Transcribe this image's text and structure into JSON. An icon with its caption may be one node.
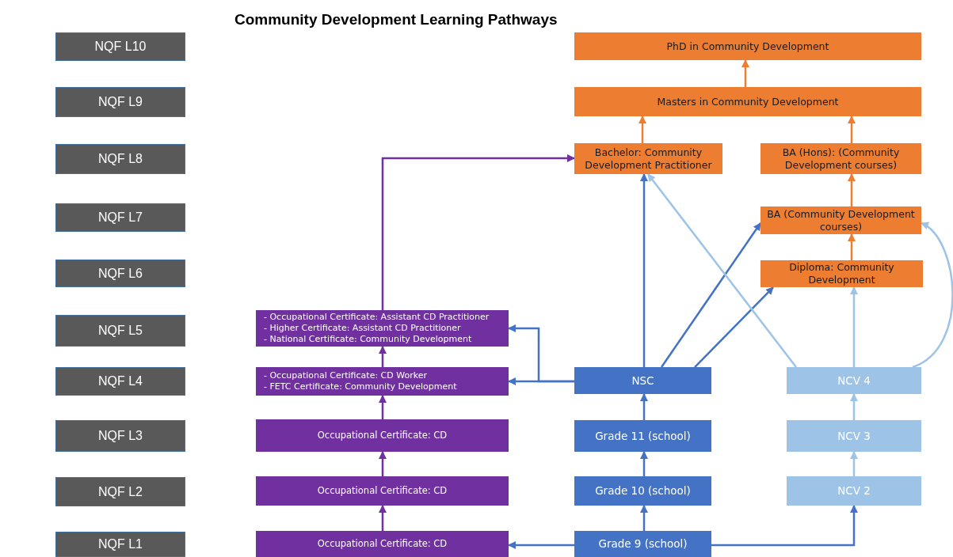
{
  "diagram": {
    "title": "Community Development Learning Pathways",
    "nodes": [
      {
        "text": [
          "NQF L10"
        ]
      },
      {
        "text": [
          "NQF L9"
        ]
      },
      {
        "text": [
          "NQF L8"
        ]
      },
      {
        "text": [
          "NQF L7"
        ]
      },
      {
        "text": [
          "NQF L6"
        ]
      },
      {
        "text": [
          "NQF L5"
        ]
      },
      {
        "text": [
          "NQF L4"
        ]
      },
      {
        "text": [
          "NQF L3"
        ]
      },
      {
        "text": [
          "NQF L2"
        ]
      },
      {
        "text": [
          "NQF L1"
        ]
      },
      {
        "text": [
          "PhD in Community Development"
        ]
      },
      {
        "text": [
          "Masters in Community Development"
        ]
      },
      {
        "text": [
          "Bachelor: Community Development Practitioner"
        ]
      },
      {
        "text": [
          "BA (Hons): (Community Development courses)"
        ]
      },
      {
        "text": [
          "BA (Community Development courses)"
        ]
      },
      {
        "text": [
          "Diploma: Community Development"
        ]
      },
      {
        "text": [
          "- Occupational Certificate: Assistant CD Practitioner",
          "- Higher Certificate: Assistant CD Practitioner",
          "- National Certificate: Community Development"
        ]
      },
      {
        "text": [
          "- Occupational Certificate: CD Worker",
          "- FETC Certificate: Community Development"
        ]
      },
      {
        "text": [
          "Occupational Certificate: CD"
        ]
      },
      {
        "text": [
          "Occupational Certificate: CD"
        ]
      },
      {
        "text": [
          "Occupational Certificate: CD"
        ]
      },
      {
        "text": [
          "NSC"
        ]
      },
      {
        "text": [
          "NCV 4"
        ]
      },
      {
        "text": [
          "Grade 11 (school)"
        ]
      },
      {
        "text": [
          "NCV 3"
        ]
      },
      {
        "text": [
          "Grade 10 (school)"
        ]
      },
      {
        "text": [
          "NCV 2"
        ]
      },
      {
        "text": [
          "Grade 9 (school)"
        ]
      }
    ],
    "edges": [
      {
        "from": 11,
        "to": 10,
        "arrow": "to",
        "color": "#ed7d31"
      },
      {
        "from": 12,
        "to": 11,
        "arrow": "to",
        "color": "#ed7d31"
      },
      {
        "from": 13,
        "to": 11,
        "arrow": "to",
        "color": "#ed7d31"
      },
      {
        "from": 14,
        "to": 13,
        "arrow": "to",
        "color": "#ed7d31"
      },
      {
        "from": 15,
        "to": 14,
        "arrow": "to",
        "color": "#ed7d31"
      },
      {
        "from": 16,
        "to": 12,
        "arrow": "to",
        "color": "#7030a0"
      },
      {
        "from": 17,
        "to": 16,
        "arrow": "to",
        "color": "#7030a0"
      },
      {
        "from": 18,
        "to": 17,
        "arrow": "to",
        "color": "#7030a0"
      },
      {
        "from": 19,
        "to": 18,
        "arrow": "to",
        "color": "#7030a0"
      },
      {
        "from": 20,
        "to": 19,
        "arrow": "to",
        "color": "#7030a0"
      },
      {
        "from": 21,
        "to": 17,
        "arrow": "to"
      },
      {
        "from": 21,
        "to": 16,
        "arrow": "to"
      },
      {
        "from": 27,
        "to": 20,
        "arrow": "to"
      },
      {
        "from": 27,
        "to": 25,
        "arrow": "to"
      },
      {
        "from": 25,
        "to": 23,
        "arrow": "to"
      },
      {
        "from": 23,
        "to": 21,
        "arrow": "to"
      },
      {
        "from": 27,
        "to": 26,
        "arrow": "to"
      },
      {
        "from": 21,
        "to": 12,
        "arrow": "to"
      },
      {
        "from": 21,
        "to": 14,
        "arrow": "to"
      },
      {
        "from": 21,
        "to": 15,
        "arrow": "to"
      },
      {
        "from": 22,
        "to": 12,
        "arrow": "to",
        "color": "#9dc3e6"
      },
      {
        "from": 22,
        "to": 15,
        "arrow": "to",
        "color": "#9dc3e6"
      },
      {
        "from": 22,
        "to": 14,
        "arrow": "to",
        "color": "#9dc3e6"
      },
      {
        "from": 26,
        "to": 24,
        "arrow": "to",
        "color": "#9dc3e6"
      },
      {
        "from": 24,
        "to": 22,
        "arrow": "to",
        "color": "#9dc3e6"
      }
    ]
  }
}
